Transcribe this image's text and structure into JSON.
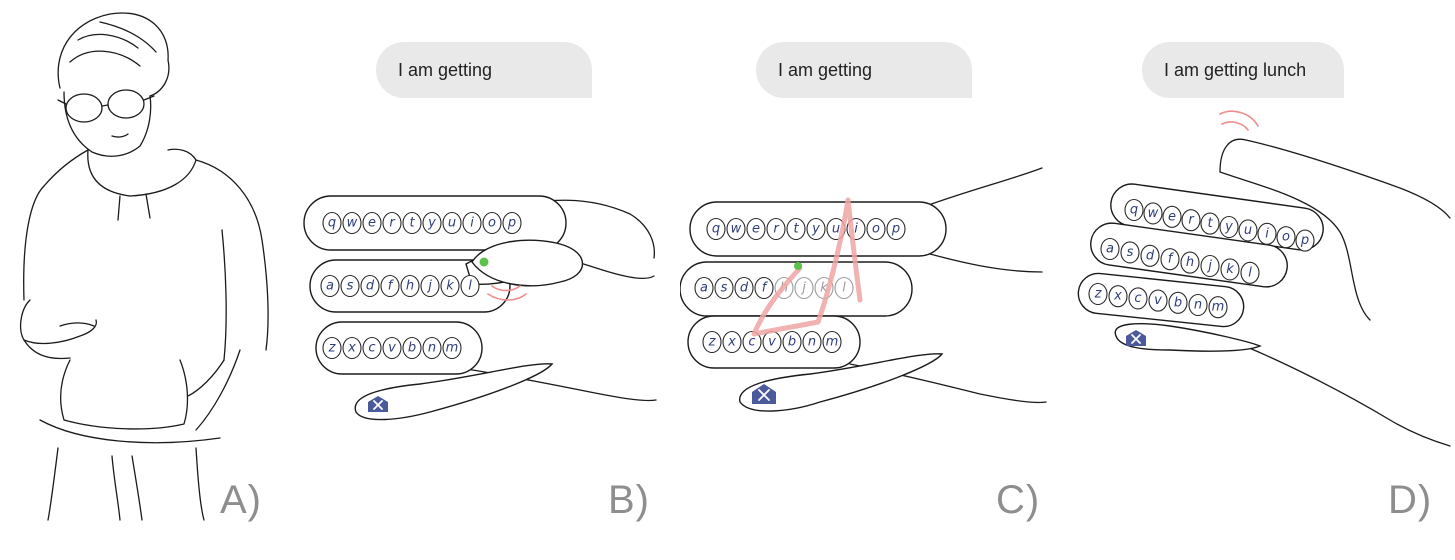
{
  "panels": {
    "a": {
      "label": "A)"
    },
    "b": {
      "label": "B)",
      "message": "I am getting"
    },
    "c": {
      "label": "C)",
      "message": "I am getting"
    },
    "d": {
      "label": "D)",
      "message": "I am getting lunch"
    }
  },
  "keyboard": {
    "row1": [
      "q",
      "w",
      "e",
      "r",
      "t",
      "y",
      "u",
      "i",
      "o",
      "p"
    ],
    "row2": [
      "a",
      "s",
      "d",
      "f",
      "h",
      "j",
      "k",
      "l"
    ],
    "row3": [
      "z",
      "x",
      "c",
      "v",
      "b",
      "n",
      "m"
    ],
    "delete_icon": "delete-x-icon"
  },
  "colors": {
    "key_text": "#2f3d7a",
    "delete_key": "#4b5a9a",
    "swipe_trace": "#f0a5a5",
    "touch_point": "#5cc24a",
    "vibration": "#f08c8c",
    "bubble": "#e9e9e9",
    "label": "#8e8e8e"
  }
}
